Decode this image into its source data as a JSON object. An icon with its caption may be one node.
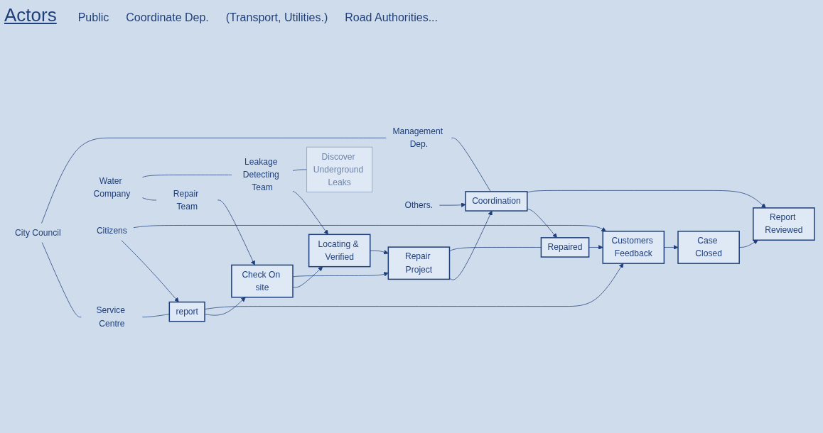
{
  "diagram": {
    "title": "Actors",
    "nodes": [
      {
        "text": [
          "City Council"
        ]
      },
      {
        "text": [
          "Service Centre"
        ]
      },
      {
        "text": [
          "Management Dep."
        ]
      },
      {
        "text": [
          "Water Company"
        ]
      },
      {
        "text": [
          "Repair Team"
        ]
      },
      {
        "text": [
          "Leakage Detecting Team"
        ]
      },
      {
        "text": [
          "Citizens"
        ]
      },
      {
        "text": [
          "Others."
        ]
      },
      {
        "text": [
          "report"
        ]
      },
      {
        "text": [
          "Check On site"
        ]
      },
      {
        "text": [
          "Locating & Verified"
        ]
      },
      {
        "text": [
          "Discover Underground Leaks"
        ]
      },
      {
        "text": [
          "Repair Project"
        ]
      },
      {
        "text": [
          "Coordination"
        ]
      },
      {
        "text": [
          "Repaired"
        ]
      },
      {
        "text": [
          "Customers Feedback"
        ]
      },
      {
        "text": [
          "Case Closed"
        ]
      },
      {
        "text": [
          "Report Reviewed"
        ]
      }
    ],
    "edges": [
      {
        "from": 0,
        "to": 1,
        "arrow": "none"
      },
      {
        "from": 0,
        "to": 2,
        "arrow": "none"
      },
      {
        "from": 3,
        "to": 4,
        "arrow": "none"
      },
      {
        "from": 3,
        "to": 5,
        "arrow": "none"
      },
      {
        "from": 1,
        "to": 8,
        "arrow": "none"
      },
      {
        "from": 6,
        "to": 8,
        "arrow": "to"
      },
      {
        "from": 8,
        "to": 9,
        "arrow": "to"
      },
      {
        "from": 4,
        "to": 9,
        "arrow": "to"
      },
      {
        "from": 5,
        "to": 10,
        "arrow": "to"
      },
      {
        "from": 5,
        "to": 11,
        "arrow": "none"
      },
      {
        "from": 9,
        "to": 10,
        "arrow": "to"
      },
      {
        "from": 9,
        "to": 12,
        "arrow": "to"
      },
      {
        "from": 10,
        "to": 12,
        "arrow": "to"
      },
      {
        "from": 2,
        "to": 13,
        "arrow": "none"
      },
      {
        "from": 12,
        "to": 13,
        "arrow": "to"
      },
      {
        "from": 7,
        "to": 13,
        "arrow": "to"
      },
      {
        "from": 12,
        "to": 14,
        "arrow": "none"
      },
      {
        "from": 13,
        "to": 14,
        "arrow": "to"
      },
      {
        "from": 8,
        "to": 15,
        "arrow": "to"
      },
      {
        "from": 14,
        "to": 15,
        "arrow": "to"
      },
      {
        "from": 6,
        "to": 15,
        "arrow": "to"
      },
      {
        "from": 15,
        "to": 16,
        "arrow": "to"
      },
      {
        "from": 13,
        "to": 17,
        "arrow": "to"
      },
      {
        "from": 16,
        "to": 17,
        "arrow": "to"
      }
    ],
    "labels": [
      "Public",
      "Coordinate Dep.",
      "(Transport, Utilities.)",
      "Road Authorities..."
    ]
  }
}
